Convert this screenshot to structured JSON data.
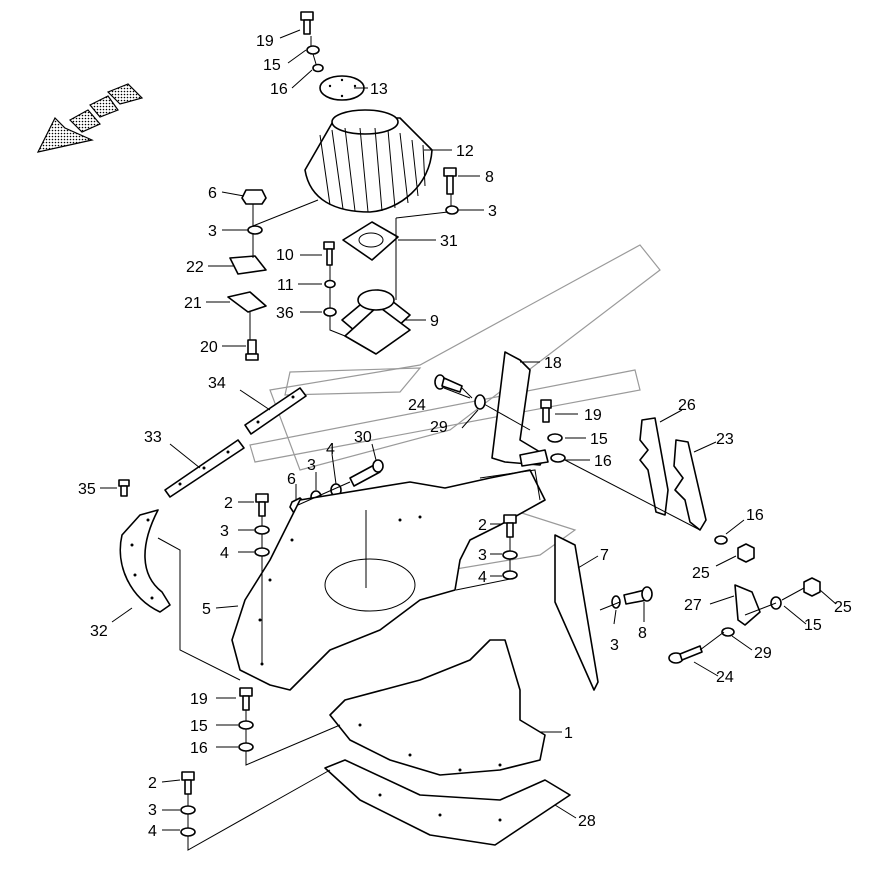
{
  "callouts": [
    "19",
    "15",
    "16",
    "13",
    "12",
    "6",
    "3",
    "22",
    "21",
    "20",
    "8",
    "3",
    "31",
    "10",
    "11",
    "36",
    "9",
    "18",
    "34",
    "24",
    "19",
    "29",
    "15",
    "16",
    "26",
    "23",
    "33",
    "30",
    "4",
    "3",
    "6",
    "35",
    "2",
    "3",
    "4",
    "5",
    "32",
    "2",
    "3",
    "4",
    "7",
    "16",
    "25",
    "3",
    "8",
    "27",
    "25",
    "15",
    "29",
    "24",
    "1",
    "19",
    "15",
    "16",
    "2",
    "3",
    "4",
    "28"
  ]
}
